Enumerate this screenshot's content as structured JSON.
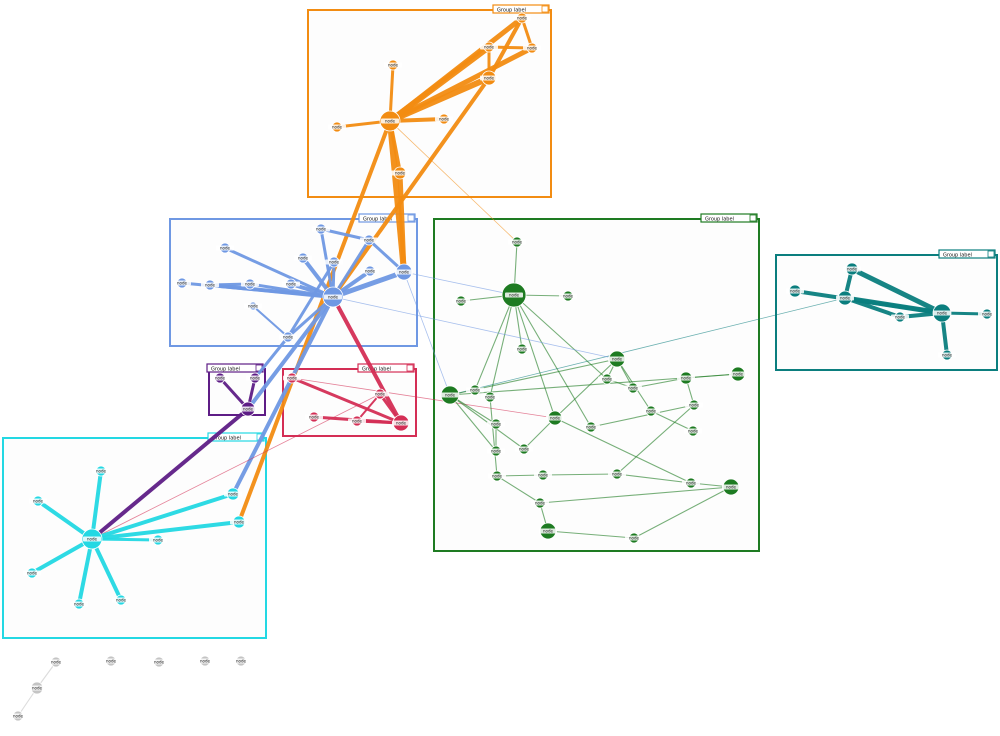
{
  "colors": {
    "orange": "#f28c12",
    "blue": "#6f98e3",
    "green": "#1e7b22",
    "teal": "#0b7e7e",
    "cyan": "#23d8e3",
    "purple": "#5e1d86",
    "crimson": "#d42e55",
    "gray": "#c4c4c4"
  },
  "groups": [
    {
      "id": "orange",
      "label": "Group label"
    },
    {
      "id": "blue",
      "label": "Group label"
    },
    {
      "id": "green",
      "label": "Group label"
    },
    {
      "id": "teal",
      "label": "Group label"
    },
    {
      "id": "purple",
      "label": "Group label"
    },
    {
      "id": "crimson",
      "label": "Group label"
    },
    {
      "id": "cyan",
      "label": "Group label"
    }
  ],
  "nodes": [
    {
      "id": "o1",
      "group": "orange",
      "label": "node"
    },
    {
      "id": "o2",
      "group": "orange",
      "label": "node"
    },
    {
      "id": "o3",
      "group": "orange",
      "label": "node"
    },
    {
      "id": "o4",
      "group": "orange",
      "label": "node"
    },
    {
      "id": "o5",
      "group": "orange",
      "label": "node"
    },
    {
      "id": "o6",
      "group": "orange",
      "label": "node"
    },
    {
      "id": "o7",
      "group": "orange",
      "label": "node"
    },
    {
      "id": "o8",
      "group": "orange",
      "label": "node"
    },
    {
      "id": "o9",
      "group": "orange",
      "label": "node"
    },
    {
      "id": "b1",
      "group": "blue",
      "label": "node"
    },
    {
      "id": "b2",
      "group": "blue",
      "label": "node"
    },
    {
      "id": "b3",
      "group": "blue",
      "label": "node"
    },
    {
      "id": "b4",
      "group": "blue",
      "label": "node"
    },
    {
      "id": "b5",
      "group": "blue",
      "label": "node"
    },
    {
      "id": "b6",
      "group": "blue",
      "label": "node"
    },
    {
      "id": "b7",
      "group": "blue",
      "label": "node"
    },
    {
      "id": "b8",
      "group": "blue",
      "label": "node"
    },
    {
      "id": "b9",
      "group": "blue",
      "label": "node"
    },
    {
      "id": "b10",
      "group": "blue",
      "label": "node"
    },
    {
      "id": "b11",
      "group": "blue",
      "label": "node"
    },
    {
      "id": "b12",
      "group": "blue",
      "label": "node"
    },
    {
      "id": "b13",
      "group": "blue",
      "label": "node"
    },
    {
      "id": "b14",
      "group": "blue",
      "label": "node"
    },
    {
      "id": "p1",
      "group": "purple",
      "label": "node"
    },
    {
      "id": "p2",
      "group": "purple",
      "label": "node"
    },
    {
      "id": "p3",
      "group": "purple",
      "label": "node"
    },
    {
      "id": "r1",
      "group": "crimson",
      "label": "node"
    },
    {
      "id": "r2",
      "group": "crimson",
      "label": "node"
    },
    {
      "id": "r3",
      "group": "crimson",
      "label": "node"
    },
    {
      "id": "r4",
      "group": "crimson",
      "label": "node"
    },
    {
      "id": "r5",
      "group": "crimson",
      "label": "node"
    },
    {
      "id": "c1",
      "group": "cyan",
      "label": "node"
    },
    {
      "id": "c2",
      "group": "cyan",
      "label": "node"
    },
    {
      "id": "c3",
      "group": "cyan",
      "label": "node"
    },
    {
      "id": "c4",
      "group": "cyan",
      "label": "node"
    },
    {
      "id": "c5",
      "group": "cyan",
      "label": "node"
    },
    {
      "id": "c6",
      "group": "cyan",
      "label": "node"
    },
    {
      "id": "c7",
      "group": "cyan",
      "label": "node"
    },
    {
      "id": "c8",
      "group": "cyan",
      "label": "node"
    },
    {
      "id": "c9",
      "group": "cyan",
      "label": "node"
    },
    {
      "id": "t1",
      "group": "teal",
      "label": "node"
    },
    {
      "id": "t2",
      "group": "teal",
      "label": "node"
    },
    {
      "id": "t3",
      "group": "teal",
      "label": "node"
    },
    {
      "id": "t4",
      "group": "teal",
      "label": "node"
    },
    {
      "id": "t5",
      "group": "teal",
      "label": "node"
    },
    {
      "id": "t6",
      "group": "teal",
      "label": "node"
    },
    {
      "id": "t7",
      "group": "teal",
      "label": "node"
    },
    {
      "id": "g1",
      "group": "green",
      "label": "node"
    },
    {
      "id": "g2",
      "group": "green",
      "label": "node"
    },
    {
      "id": "g3",
      "group": "green",
      "label": "node"
    },
    {
      "id": "g4",
      "group": "green",
      "label": "node"
    },
    {
      "id": "g5",
      "group": "green",
      "label": "node"
    },
    {
      "id": "g6",
      "group": "green",
      "label": "node"
    },
    {
      "id": "g7",
      "group": "green",
      "label": "node"
    },
    {
      "id": "g8",
      "group": "green",
      "label": "node"
    },
    {
      "id": "g9",
      "group": "green",
      "label": "node"
    },
    {
      "id": "g10",
      "group": "green",
      "label": "node"
    },
    {
      "id": "g11",
      "group": "green",
      "label": "node"
    },
    {
      "id": "g12",
      "group": "green",
      "label": "node"
    },
    {
      "id": "g13",
      "group": "green",
      "label": "node"
    },
    {
      "id": "g14",
      "group": "green",
      "label": "node"
    },
    {
      "id": "g15",
      "group": "green",
      "label": "node"
    },
    {
      "id": "g16",
      "group": "green",
      "label": "node"
    },
    {
      "id": "g17",
      "group": "green",
      "label": "node"
    },
    {
      "id": "g18",
      "group": "green",
      "label": "node"
    },
    {
      "id": "g19",
      "group": "green",
      "label": "node"
    },
    {
      "id": "g20",
      "group": "green",
      "label": "node"
    },
    {
      "id": "g21",
      "group": "green",
      "label": "node"
    },
    {
      "id": "g22",
      "group": "green",
      "label": "node"
    },
    {
      "id": "g23",
      "group": "green",
      "label": "node"
    },
    {
      "id": "g24",
      "group": "green",
      "label": "node"
    },
    {
      "id": "g25",
      "group": "green",
      "label": "node"
    },
    {
      "id": "g26",
      "group": "green",
      "label": "node"
    },
    {
      "id": "g27",
      "group": "green",
      "label": "node"
    },
    {
      "id": "g28",
      "group": "green",
      "label": "node"
    },
    {
      "id": "g29",
      "group": "green",
      "label": "node"
    },
    {
      "id": "x1",
      "group": "gray",
      "label": "node"
    },
    {
      "id": "x2",
      "group": "gray",
      "label": "node"
    },
    {
      "id": "x3",
      "group": "gray",
      "label": "node"
    },
    {
      "id": "x4",
      "group": "gray",
      "label": "node"
    },
    {
      "id": "x5",
      "group": "gray",
      "label": "node"
    },
    {
      "id": "x6",
      "group": "gray",
      "label": "node"
    },
    {
      "id": "x7",
      "group": "gray",
      "label": "node"
    }
  ],
  "edges": [
    {
      "s": "o1",
      "t": "o2",
      "w": 6
    },
    {
      "s": "o1",
      "t": "o3",
      "w": 5
    },
    {
      "s": "o1",
      "t": "o4",
      "w": 6
    },
    {
      "s": "o1",
      "t": "o5",
      "w": 5
    },
    {
      "s": "o1",
      "t": "o6",
      "w": 3
    },
    {
      "s": "o1",
      "t": "o7",
      "w": 3
    },
    {
      "s": "o1",
      "t": "o8",
      "w": 4
    },
    {
      "s": "o1",
      "t": "o9",
      "w": 4
    },
    {
      "s": "o2",
      "t": "o5",
      "w": 4
    },
    {
      "s": "o2",
      "t": "o4",
      "w": 3
    },
    {
      "s": "o3",
      "t": "o5",
      "w": 3
    },
    {
      "s": "o3",
      "t": "o4",
      "w": 3
    },
    {
      "s": "o1",
      "t": "b13",
      "w": 6
    },
    {
      "s": "o9",
      "t": "b13",
      "w": 5
    },
    {
      "s": "o1",
      "t": "c8",
      "w": 4
    },
    {
      "s": "o2",
      "t": "b1",
      "w": 4
    },
    {
      "s": "b1",
      "t": "b2",
      "w": 3
    },
    {
      "s": "b1",
      "t": "b3",
      "w": 4
    },
    {
      "s": "b1",
      "t": "b4",
      "w": 3
    },
    {
      "s": "b1",
      "t": "b5",
      "w": 3
    },
    {
      "s": "b1",
      "t": "b6",
      "w": 3
    },
    {
      "s": "b1",
      "t": "b7",
      "w": 3
    },
    {
      "s": "b1",
      "t": "b8",
      "w": 4
    },
    {
      "s": "b1",
      "t": "b9",
      "w": 4
    },
    {
      "s": "b1",
      "t": "b10",
      "w": 3
    },
    {
      "s": "b1",
      "t": "b11",
      "w": 4
    },
    {
      "s": "b1",
      "t": "b12",
      "w": 3
    },
    {
      "s": "b1",
      "t": "b13",
      "w": 5
    },
    {
      "s": "b12",
      "t": "b10",
      "w": 3
    },
    {
      "s": "b3",
      "t": "b7",
      "w": 3
    },
    {
      "s": "b5",
      "t": "b6",
      "w": 3
    },
    {
      "s": "b13",
      "t": "b6",
      "w": 3
    },
    {
      "s": "b1",
      "t": "p1",
      "w": 4
    },
    {
      "s": "b1",
      "t": "c9",
      "w": 4
    },
    {
      "s": "b14",
      "t": "b12",
      "w": 2
    },
    {
      "s": "p2",
      "t": "p1",
      "w": 3
    },
    {
      "s": "p3",
      "t": "p1",
      "w": 3
    },
    {
      "s": "b12",
      "t": "p3",
      "w": 3
    },
    {
      "s": "p1",
      "t": "c1",
      "w": 4
    },
    {
      "s": "r1",
      "t": "r2",
      "w": 3
    },
    {
      "s": "r1",
      "t": "r3",
      "w": 3
    },
    {
      "s": "r1",
      "t": "r4",
      "w": 3
    },
    {
      "s": "r1",
      "t": "r5",
      "w": 3
    },
    {
      "s": "r5",
      "t": "r2",
      "w": 2
    },
    {
      "s": "r1",
      "t": "b1",
      "w": 4
    },
    {
      "s": "r5",
      "t": "c1",
      "w": 1
    },
    {
      "s": "r4",
      "t": "g9",
      "w": 1
    },
    {
      "s": "c1",
      "t": "c2",
      "w": 4
    },
    {
      "s": "c1",
      "t": "c3",
      "w": 4
    },
    {
      "s": "c1",
      "t": "c4",
      "w": 4
    },
    {
      "s": "c1",
      "t": "c5",
      "w": 4
    },
    {
      "s": "c1",
      "t": "c6",
      "w": 4
    },
    {
      "s": "c1",
      "t": "c7",
      "w": 3
    },
    {
      "s": "c1",
      "t": "c8",
      "w": 4
    },
    {
      "s": "c1",
      "t": "c9",
      "w": 4
    },
    {
      "s": "t1",
      "t": "t2",
      "w": 5
    },
    {
      "s": "t1",
      "t": "t3",
      "w": 5
    },
    {
      "s": "t1",
      "t": "t4",
      "w": 4
    },
    {
      "s": "t1",
      "t": "t5",
      "w": 4
    },
    {
      "s": "t1",
      "t": "t6",
      "w": 4
    },
    {
      "s": "t1",
      "t": "t7",
      "w": 3
    },
    {
      "s": "t3",
      "t": "t5",
      "w": 4
    },
    {
      "s": "t2",
      "t": "t3",
      "w": 4
    },
    {
      "s": "t3",
      "t": "g4",
      "w": 1
    },
    {
      "s": "g1",
      "t": "g2",
      "w": 1
    },
    {
      "s": "g2",
      "t": "g3",
      "w": 1
    },
    {
      "s": "g2",
      "t": "g5",
      "w": 1
    },
    {
      "s": "g2",
      "t": "g6",
      "w": 1
    },
    {
      "s": "g2",
      "t": "g7",
      "w": 1
    },
    {
      "s": "g2",
      "t": "g9",
      "w": 1
    },
    {
      "s": "g2",
      "t": "g10",
      "w": 1
    },
    {
      "s": "g2",
      "t": "g11",
      "w": 1
    },
    {
      "s": "g2",
      "t": "g19",
      "w": 1
    },
    {
      "s": "g4",
      "t": "g12",
      "w": 1
    },
    {
      "s": "g4",
      "t": "g13",
      "w": 1
    },
    {
      "s": "g4",
      "t": "g14",
      "w": 1
    },
    {
      "s": "g4",
      "t": "g8",
      "w": 1
    },
    {
      "s": "g4",
      "t": "g15",
      "w": 1
    },
    {
      "s": "g8",
      "t": "g9",
      "w": 1
    },
    {
      "s": "g8",
      "t": "g16",
      "w": 1
    },
    {
      "s": "g8",
      "t": "g17",
      "w": 1
    },
    {
      "s": "g8",
      "t": "g10",
      "w": 1
    },
    {
      "s": "g9",
      "t": "g13",
      "w": 1
    },
    {
      "s": "g9",
      "t": "g25",
      "w": 1
    },
    {
      "s": "g18",
      "t": "g17",
      "w": 1
    },
    {
      "s": "g18",
      "t": "g20",
      "w": 1
    },
    {
      "s": "g18",
      "t": "g15",
      "w": 1
    },
    {
      "s": "g16",
      "t": "g21",
      "w": 1
    },
    {
      "s": "g11",
      "t": "g22",
      "w": 1
    },
    {
      "s": "g22",
      "t": "g23",
      "w": 1
    },
    {
      "s": "g22",
      "t": "g26",
      "w": 1
    },
    {
      "s": "g26",
      "t": "g27",
      "w": 1
    },
    {
      "s": "g26",
      "t": "g29",
      "w": 1
    },
    {
      "s": "g27",
      "t": "g28",
      "w": 1
    },
    {
      "s": "g28",
      "t": "g29",
      "w": 1
    },
    {
      "s": "g19",
      "t": "g20",
      "w": 1
    },
    {
      "s": "g20",
      "t": "g24",
      "w": 1
    },
    {
      "s": "g24",
      "t": "g25",
      "w": 1
    },
    {
      "s": "g25",
      "t": "g27",
      "w": 1
    },
    {
      "s": "g23",
      "t": "g24",
      "w": 1
    },
    {
      "s": "g10",
      "t": "g17",
      "w": 1
    },
    {
      "s": "g12",
      "t": "g14",
      "w": 1
    },
    {
      "s": "o1",
      "t": "g1",
      "w": 1
    },
    {
      "s": "b13",
      "t": "g4",
      "w": 1
    },
    {
      "s": "b13",
      "t": "g2",
      "w": 1
    },
    {
      "s": "b1",
      "t": "g8",
      "w": 1
    },
    {
      "s": "x1",
      "t": "x6",
      "w": 1
    },
    {
      "s": "x6",
      "t": "x7",
      "w": 1
    }
  ]
}
